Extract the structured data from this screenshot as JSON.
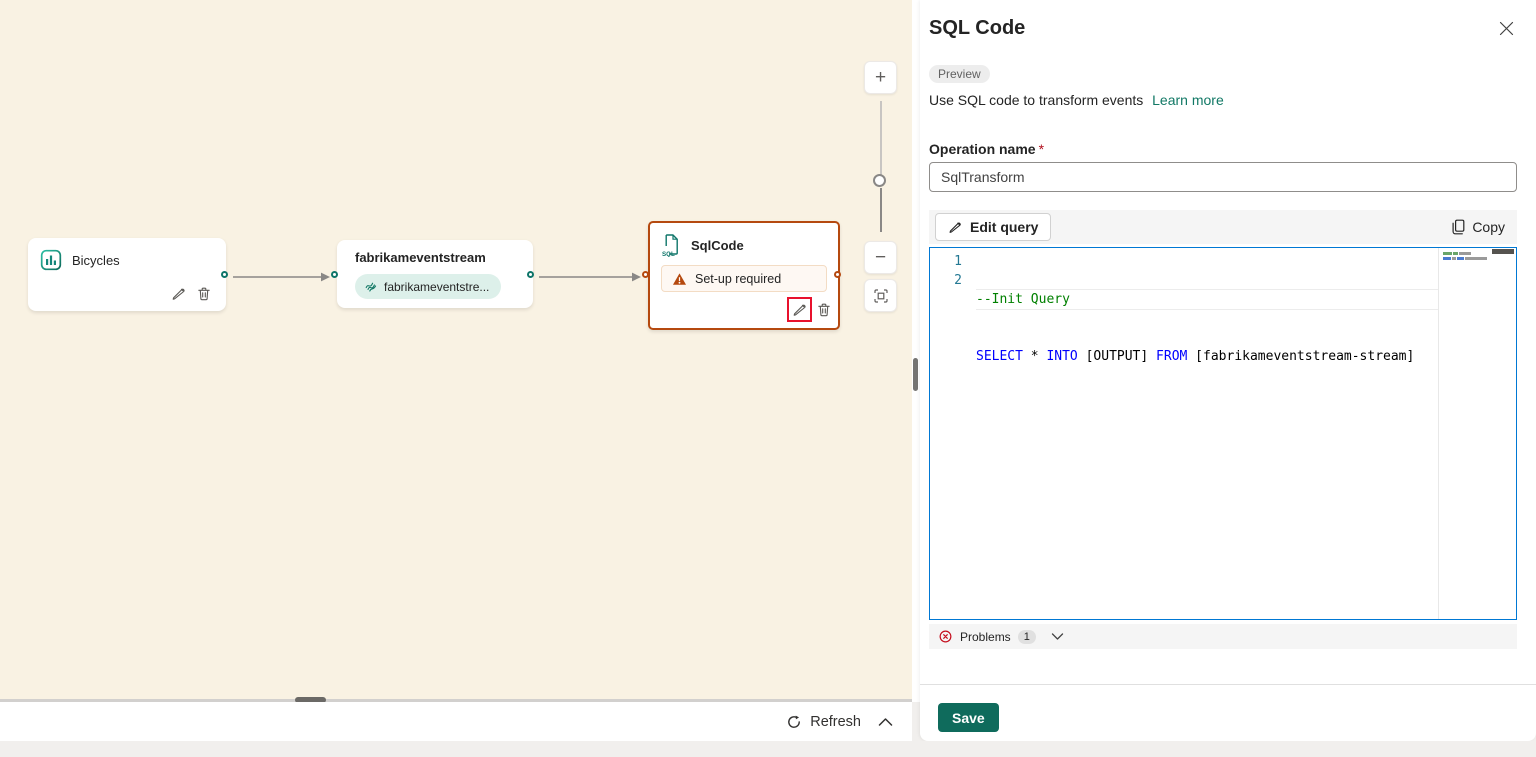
{
  "canvas": {
    "nodes": {
      "bicycles": {
        "title": "Bicycles"
      },
      "eventstream": {
        "title": "fabrikameventstream",
        "badge": "fabrikameventstre..."
      },
      "sqlcode": {
        "title": "SqlCode",
        "warning": "Set-up required"
      }
    },
    "zoom_controls": {
      "plus": "+",
      "minus": "−"
    },
    "refresh_label": "Refresh"
  },
  "panel": {
    "title": "SQL Code",
    "preview_badge": "Preview",
    "description": "Use SQL code to transform events",
    "learn_more_label": "Learn more",
    "operation_name": {
      "label": "Operation name",
      "required_mark": "*",
      "value": "SqlTransform"
    },
    "toolbar": {
      "edit_query_label": "Edit query",
      "copy_label": "Copy"
    },
    "editor": {
      "lines": [
        {
          "number": "1",
          "tokens": [
            {
              "t": "--Init Query"
            }
          ]
        },
        {
          "number": "2",
          "tokens": [
            {
              "t": "SELECT"
            },
            {
              "t": " * "
            },
            {
              "t": "INTO"
            },
            {
              "t": " [OUTPUT] "
            },
            {
              "t": "FROM"
            },
            {
              "t": " [fabrikameventstream-stream]"
            }
          ]
        }
      ]
    },
    "problems": {
      "label": "Problems",
      "count": "1"
    },
    "save_label": "Save"
  },
  "colors": {
    "canvas_bg": "#f9f2e3",
    "accent_teal": "#117865",
    "node_error_border": "#b5490f",
    "highlight_red": "#e8112d",
    "editor_border": "#0078d4",
    "comment_green": "#008000",
    "keyword_blue": "#0000ff",
    "error_red": "#c50f1f",
    "save_bg": "#0f6b5c",
    "link_teal": "#117865"
  }
}
